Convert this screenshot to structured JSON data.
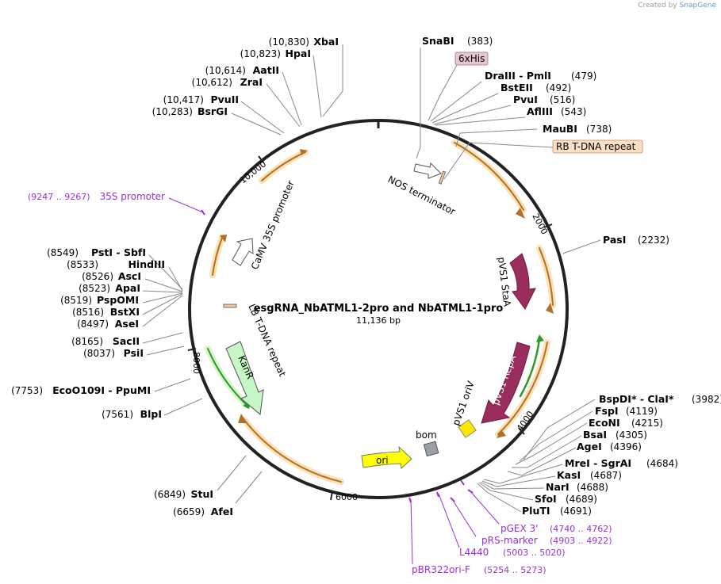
{
  "credit": {
    "prefix": "Created by",
    "brand": "SnapGene"
  },
  "plasmid": {
    "name": "esgRNA_NbATML1-2pro and NbATML1-1pro",
    "length_label": "11,136 bp",
    "length": 11136
  },
  "ticks": [
    {
      "bp": 2000,
      "label": "2000"
    },
    {
      "bp": 4000,
      "label": "4000"
    },
    {
      "bp": 6000,
      "label": "6000"
    },
    {
      "bp": 8000,
      "label": "8000"
    },
    {
      "bp": 10000,
      "label": "10,000"
    }
  ],
  "enzymes_right": [
    {
      "name": "SnaBI",
      "pos": "(383)"
    },
    {
      "name": "DraIII - PmlI",
      "pos": "(479)"
    },
    {
      "name": "BstEII",
      "pos": "(492)"
    },
    {
      "name": "PvuI",
      "pos": "(516)"
    },
    {
      "name": "AflIII",
      "pos": "(543)"
    },
    {
      "name": "MauBI",
      "pos": "(738)"
    },
    {
      "name": "PasI",
      "pos": "(2232)"
    },
    {
      "name": "BspDI* - ClaI*",
      "pos": "(3982)"
    },
    {
      "name": "FspI",
      "pos": "(4119)"
    },
    {
      "name": "EcoNI",
      "pos": "(4215)"
    },
    {
      "name": "BsaI",
      "pos": "(4305)"
    },
    {
      "name": "AgeI",
      "pos": "(4396)"
    },
    {
      "name": "MreI - SgrAI",
      "pos": "(4684)"
    },
    {
      "name": "KasI",
      "pos": "(4687)"
    },
    {
      "name": "NarI",
      "pos": "(4688)"
    },
    {
      "name": "SfoI",
      "pos": "(4689)"
    },
    {
      "name": "PluTI",
      "pos": "(4691)"
    }
  ],
  "enzymes_left": [
    {
      "name": "XbaI",
      "pos": "(10,830)"
    },
    {
      "name": "HpaI",
      "pos": "(10,823)"
    },
    {
      "name": "AatII",
      "pos": "(10,614)"
    },
    {
      "name": "ZraI",
      "pos": "(10,612)"
    },
    {
      "name": "PvuII",
      "pos": "(10,417)"
    },
    {
      "name": "BsrGI",
      "pos": "(10,283)"
    },
    {
      "name": "PstI - SbfI",
      "pos": "(8549)"
    },
    {
      "name": "HindIII",
      "pos": "(8533)"
    },
    {
      "name": "AscI",
      "pos": "(8526)"
    },
    {
      "name": "ApaI",
      "pos": "(8523)"
    },
    {
      "name": "PspOMI",
      "pos": "(8519)"
    },
    {
      "name": "BstXI",
      "pos": "(8516)"
    },
    {
      "name": "AseI",
      "pos": "(8497)"
    },
    {
      "name": "SacII",
      "pos": "(8165)"
    },
    {
      "name": "PsiI",
      "pos": "(8037)"
    },
    {
      "name": "EcoO109I - PpuMI",
      "pos": "(7753)"
    },
    {
      "name": "BlpI",
      "pos": "(7561)"
    },
    {
      "name": "StuI",
      "pos": "(6849)"
    },
    {
      "name": "AfeI",
      "pos": "(6659)"
    }
  ],
  "primers": [
    {
      "name": "35S promoter",
      "range": "(9247 .. 9267)"
    },
    {
      "name": "pGEX 3'",
      "range": "(4740 .. 4762)"
    },
    {
      "name": "pRS-marker",
      "range": "(4903 .. 4922)"
    },
    {
      "name": "L4440",
      "range": "(5003 .. 5020)"
    },
    {
      "name": "pBR322ori-F",
      "range": "(5254 .. 5273)"
    }
  ],
  "boxed_labels": [
    {
      "text": "6xHis",
      "color": "#e8c6d0"
    },
    {
      "text": "RB T-DNA repeat",
      "color": "#fde0c4"
    }
  ],
  "features": [
    {
      "name": "NOS terminator"
    },
    {
      "name": "pVS1 StaA",
      "color": "#9b2d5e"
    },
    {
      "name": "pVS1 RepA",
      "color": "#9b2d5e"
    },
    {
      "name": "pVS1 oriV",
      "color": "#ffe600"
    },
    {
      "name": "bom",
      "color": "#9aa0a6"
    },
    {
      "name": "ori",
      "color": "#ffff00"
    },
    {
      "name": "KanR",
      "color": "#c6f7c6"
    },
    {
      "name": "LB T-DNA repeat"
    },
    {
      "name": "CaMV 35S promoter"
    }
  ]
}
